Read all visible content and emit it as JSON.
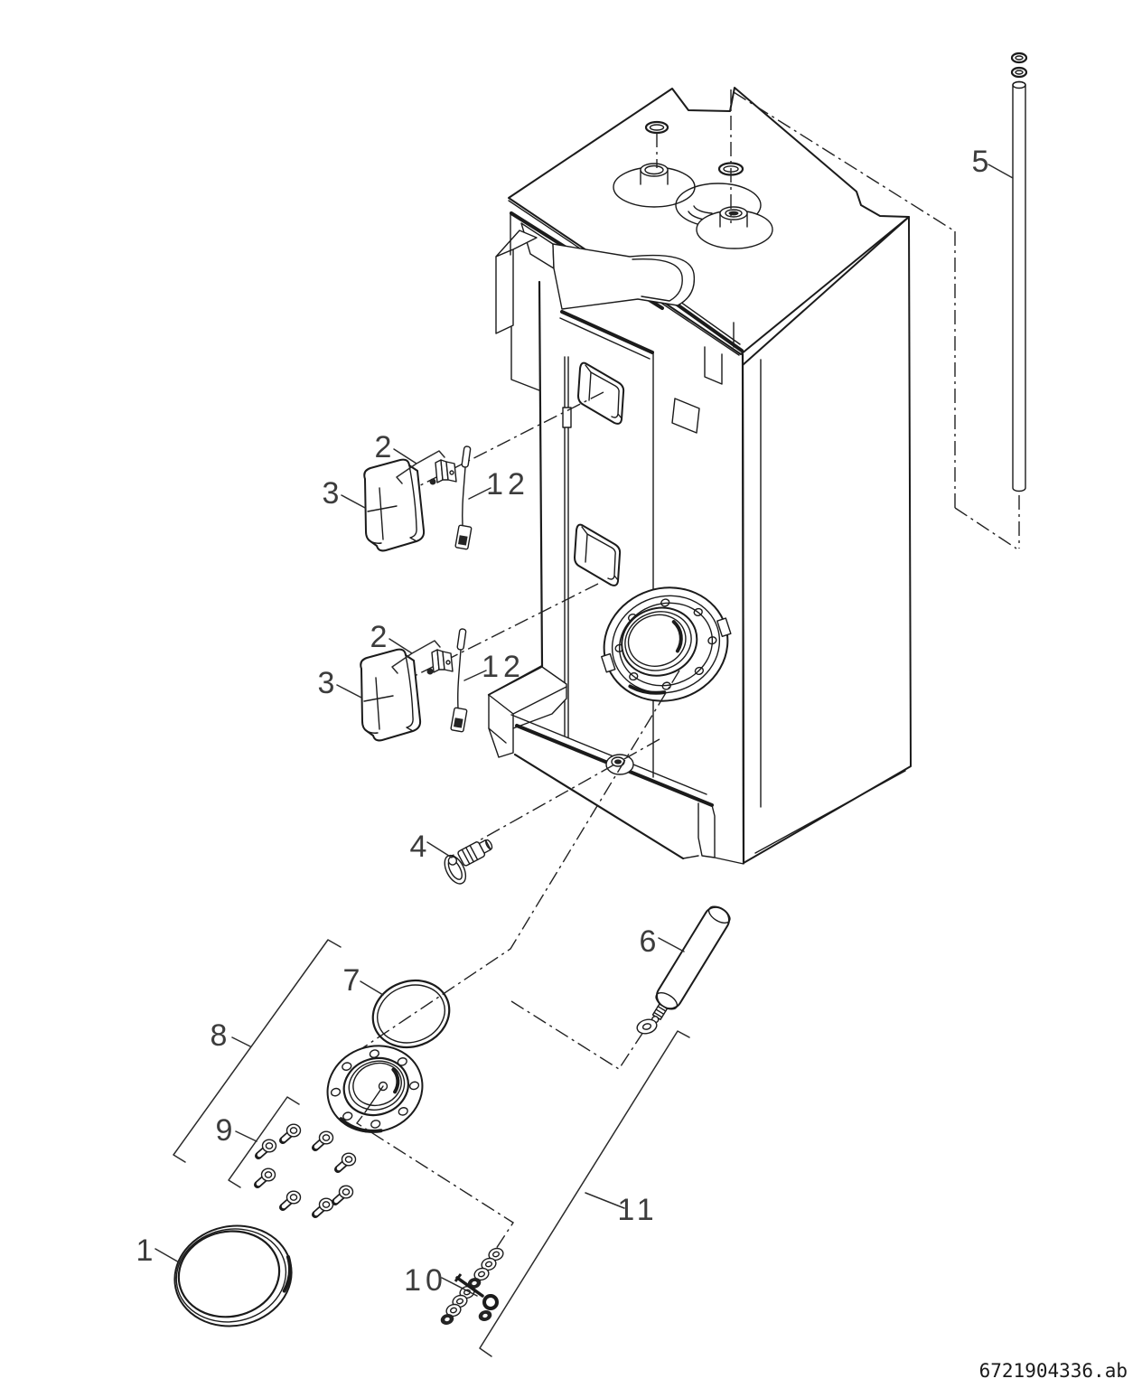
{
  "diagram": {
    "drawing_number": "6721904336.ab",
    "callouts": {
      "lid": "1",
      "clip_upper": "2",
      "clip_lower": "2",
      "cover_upper": "3",
      "cover_lower": "3",
      "drain_valve": "4",
      "dip_tube": "5",
      "anode_rod": "6",
      "o_ring": "7",
      "flange_kit": "8",
      "screws": "9",
      "washers": "10",
      "gasket_kit": "11",
      "cable_upper": "12",
      "cable_lower": "12"
    },
    "colors": {
      "line": "#1b1b1b",
      "label": "#3c3c3c",
      "background": "#ffffff"
    }
  }
}
